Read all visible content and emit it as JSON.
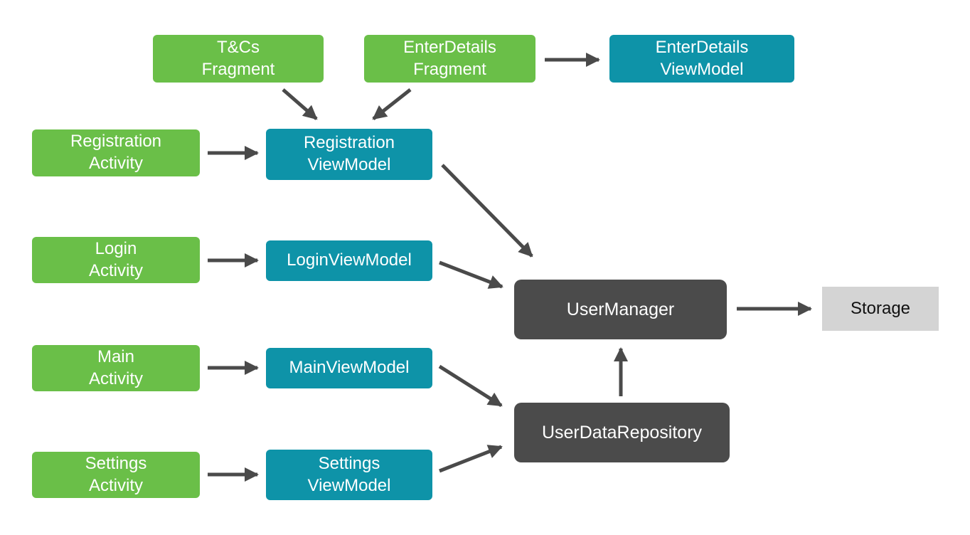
{
  "colors": {
    "background": "#ffffff",
    "green": "#6abf48",
    "teal": "#0e93a8",
    "dark": "#4b4b4b",
    "light": "#d4d4d4",
    "arrow": "#4a4a4a",
    "text_light": "#ffffff",
    "text_dark": "#111111"
  },
  "diagram": {
    "title": "App user architecture diagram",
    "nodes": {
      "tcs_fragment": {
        "label": "T&Cs\nFragment",
        "type": "fragment"
      },
      "enterdetails_fragment": {
        "label": "EnterDetails\nFragment",
        "type": "fragment"
      },
      "enterdetails_viewmodel": {
        "label": "EnterDetails\nViewModel",
        "type": "viewmodel"
      },
      "registration_activity": {
        "label": "Registration\nActivity",
        "type": "activity"
      },
      "registration_viewmodel": {
        "label": "Registration\nViewModel",
        "type": "viewmodel"
      },
      "login_activity": {
        "label": "Login\nActivity",
        "type": "activity"
      },
      "login_viewmodel": {
        "label": "LoginViewModel",
        "type": "viewmodel"
      },
      "main_activity": {
        "label": "Main\nActivity",
        "type": "activity"
      },
      "main_viewmodel": {
        "label": "MainViewModel",
        "type": "viewmodel"
      },
      "settings_activity": {
        "label": "Settings\nActivity",
        "type": "activity"
      },
      "settings_viewmodel": {
        "label": "Settings\nViewModel",
        "type": "viewmodel"
      },
      "user_manager": {
        "label": "UserManager",
        "type": "manager"
      },
      "user_data_repository": {
        "label": "UserDataRepository",
        "type": "repository"
      },
      "storage": {
        "label": "Storage",
        "type": "storage"
      }
    },
    "edges": [
      {
        "from": "tcs_fragment",
        "to": "registration_viewmodel"
      },
      {
        "from": "enterdetails_fragment",
        "to": "registration_viewmodel"
      },
      {
        "from": "enterdetails_fragment",
        "to": "enterdetails_viewmodel"
      },
      {
        "from": "registration_activity",
        "to": "registration_viewmodel"
      },
      {
        "from": "login_activity",
        "to": "login_viewmodel"
      },
      {
        "from": "main_activity",
        "to": "main_viewmodel"
      },
      {
        "from": "settings_activity",
        "to": "settings_viewmodel"
      },
      {
        "from": "registration_viewmodel",
        "to": "user_manager"
      },
      {
        "from": "login_viewmodel",
        "to": "user_manager"
      },
      {
        "from": "main_viewmodel",
        "to": "user_data_repository"
      },
      {
        "from": "settings_viewmodel",
        "to": "user_data_repository"
      },
      {
        "from": "user_data_repository",
        "to": "user_manager"
      },
      {
        "from": "user_manager",
        "to": "storage"
      }
    ]
  }
}
